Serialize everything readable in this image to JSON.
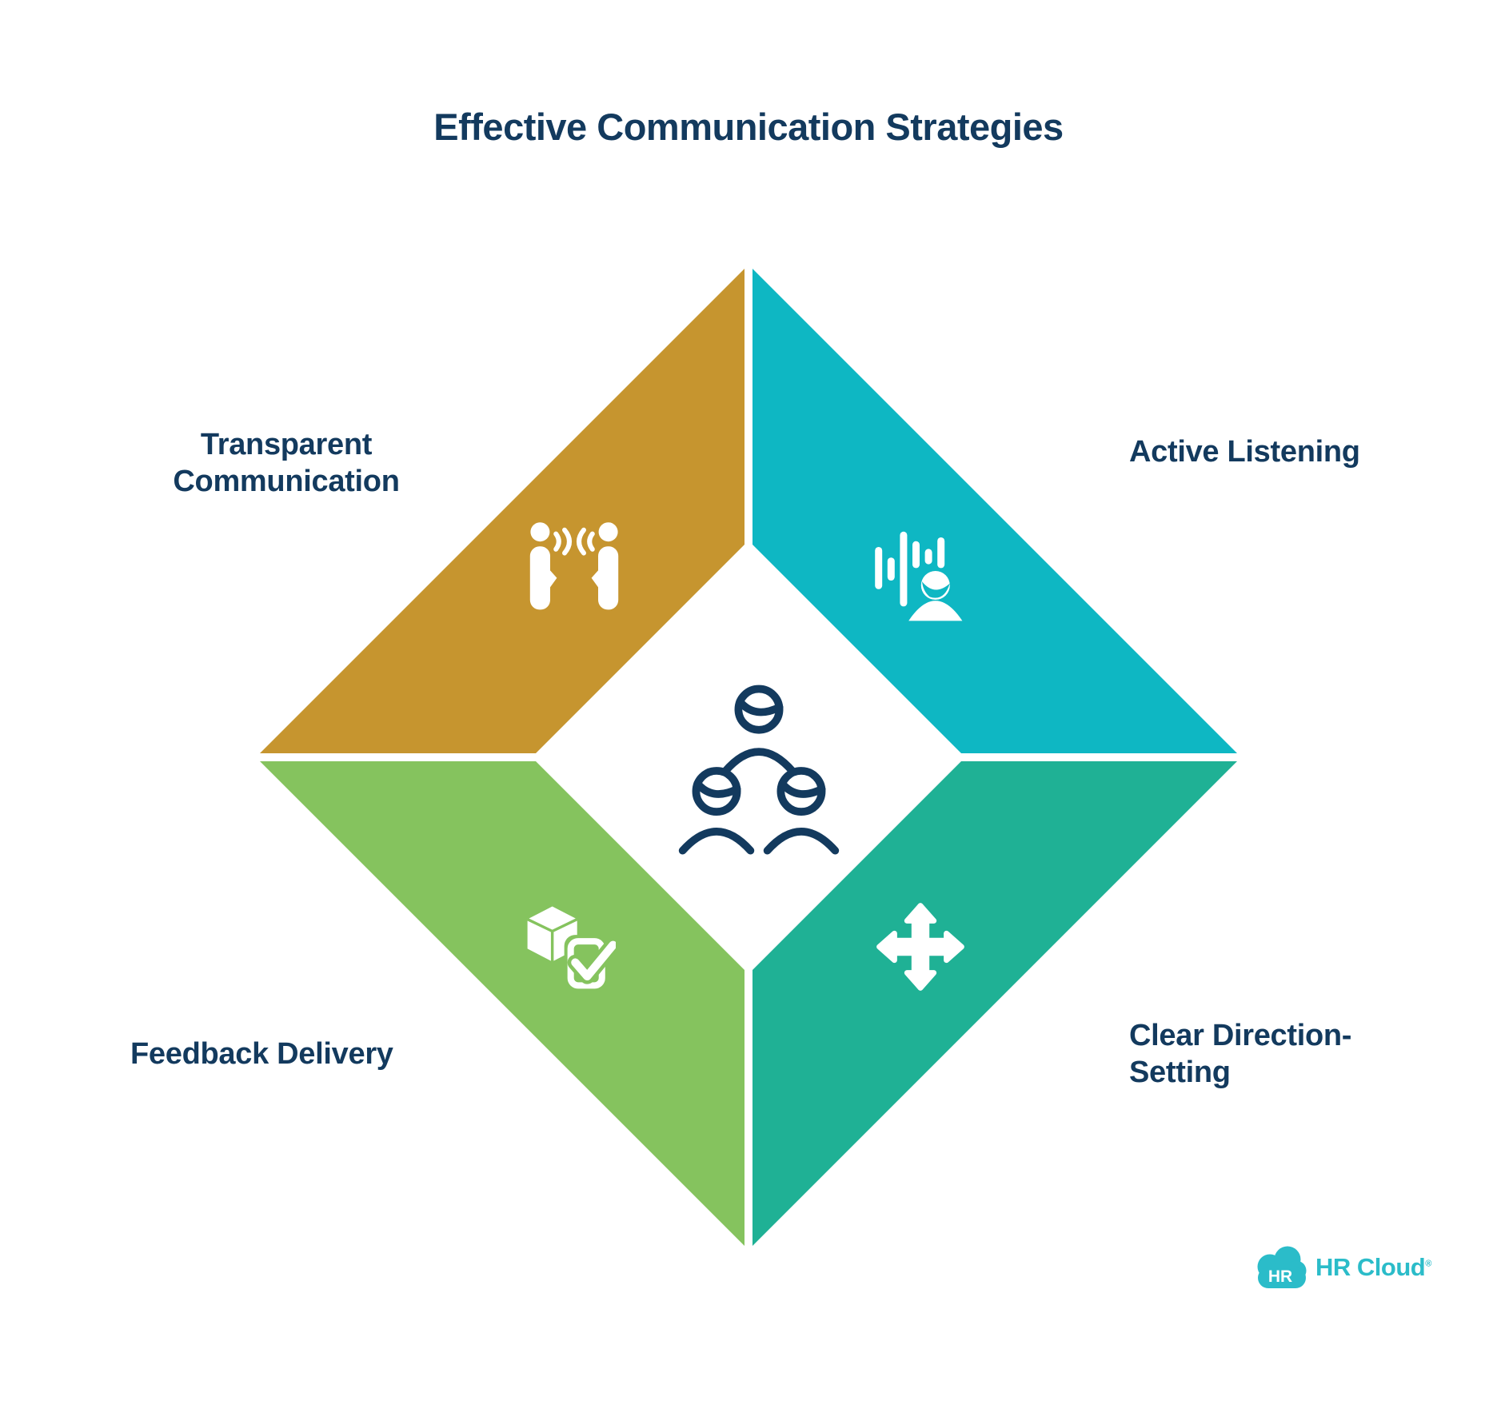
{
  "title": "Effective Communication Strategies",
  "segments": [
    {
      "id": "top-left",
      "label": "Transparent Communication",
      "icon": "people-talking-icon"
    },
    {
      "id": "top-right",
      "label": "Active Listening",
      "icon": "listening-waveform-icon"
    },
    {
      "id": "bottom-left",
      "label": "Feedback Delivery",
      "icon": "package-check-icon"
    },
    {
      "id": "bottom-right",
      "label": "Clear Direction-Setting",
      "icon": "directional-arrows-icon"
    }
  ],
  "center": {
    "icon": "team-group-icon"
  },
  "colors": {
    "gold": "#C6952F",
    "teal": "#0EB7C3",
    "green": "#85C35E",
    "teal_green": "#1FB195",
    "navy": "#133A5E",
    "logo_teal": "#2BBCC9",
    "white": "#FFFFFF",
    "background": "#FFFFFF"
  },
  "logo": {
    "badge": "HR",
    "brand": "HR Cloud",
    "registered": "®"
  }
}
